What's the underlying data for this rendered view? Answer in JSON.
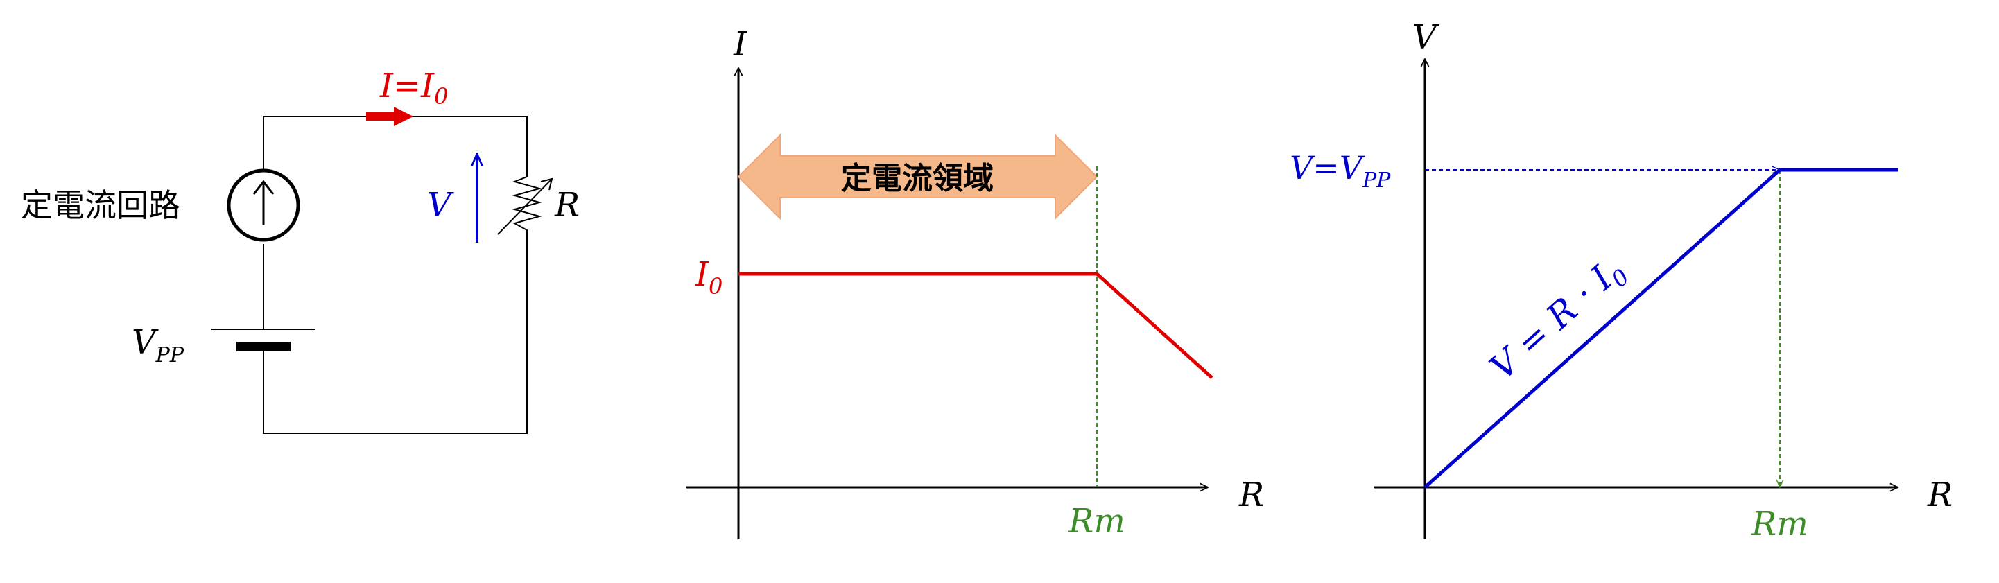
{
  "circuit": {
    "source_label": "定電流回路",
    "current_label": "I=I",
    "current_sub": "0",
    "voltage_label": "V",
    "resistor_label": "R",
    "supply_label": "V",
    "supply_sub": "PP",
    "colors": {
      "current": "#e00000",
      "voltage": "#0000cc",
      "wire": "#000000"
    }
  },
  "chart_current": {
    "region_label": "定電流領域",
    "y_axis_label": "I",
    "x_axis_label": "R",
    "level_label": "I",
    "level_sub": "0",
    "rm_label": "Rm",
    "colors": {
      "line": "#e00000",
      "guide": "#3c8c28",
      "arrow_fill": "#f5b88a"
    }
  },
  "chart_voltage": {
    "y_axis_label": "V",
    "x_axis_label": "R",
    "level_label": "V=V",
    "level_sub": "PP",
    "slope_label": "V = R · I",
    "slope_sub": "0",
    "rm_label": "Rm",
    "colors": {
      "line": "#0000cc",
      "guide": "#3c8c28"
    }
  },
  "chart_data": [
    {
      "type": "line",
      "series": [
        {
          "values": [
            [
              "0",
              "I0"
            ],
            [
              "Rm",
              "I0"
            ],
            [
              ">Rm",
              "decreasing"
            ]
          ]
        }
      ],
      "xlabel": "R",
      "ylabel": "I"
    },
    {
      "type": "line",
      "series": [
        {
          "values": [
            [
              "0",
              "0"
            ],
            [
              "Rm",
              "VPP"
            ],
            [
              ">Rm",
              "VPP"
            ]
          ]
        }
      ],
      "xlabel": "R",
      "ylabel": "V"
    }
  ]
}
